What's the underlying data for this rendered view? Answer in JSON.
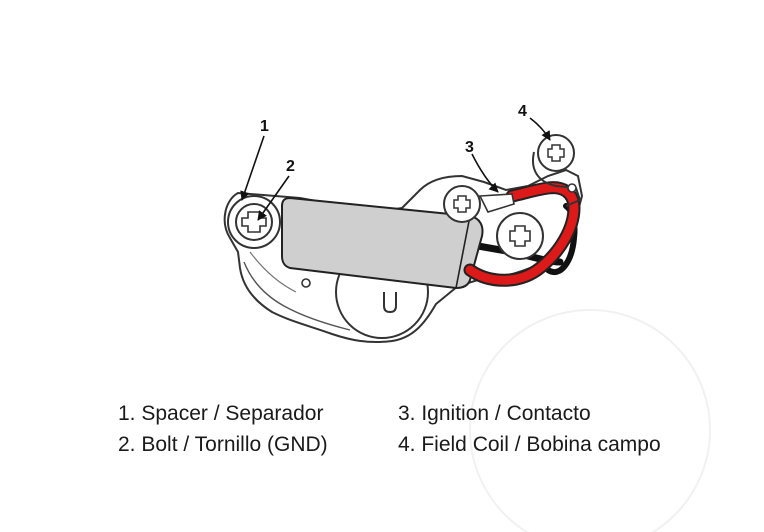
{
  "callouts": {
    "c1": "1",
    "c2": "2",
    "c3": "3",
    "c4": "4"
  },
  "legend": {
    "item1": "1. Spacer / Separador",
    "item2": "2. Bolt / Tornillo (GND)",
    "item3": "3. Ignition / Contacto",
    "item4": "4. Field Coil / Bobina campo"
  },
  "colors": {
    "wire_red": "#dd1a1a",
    "wire_black": "#111111",
    "spacer_gray": "#cfcfcf"
  }
}
